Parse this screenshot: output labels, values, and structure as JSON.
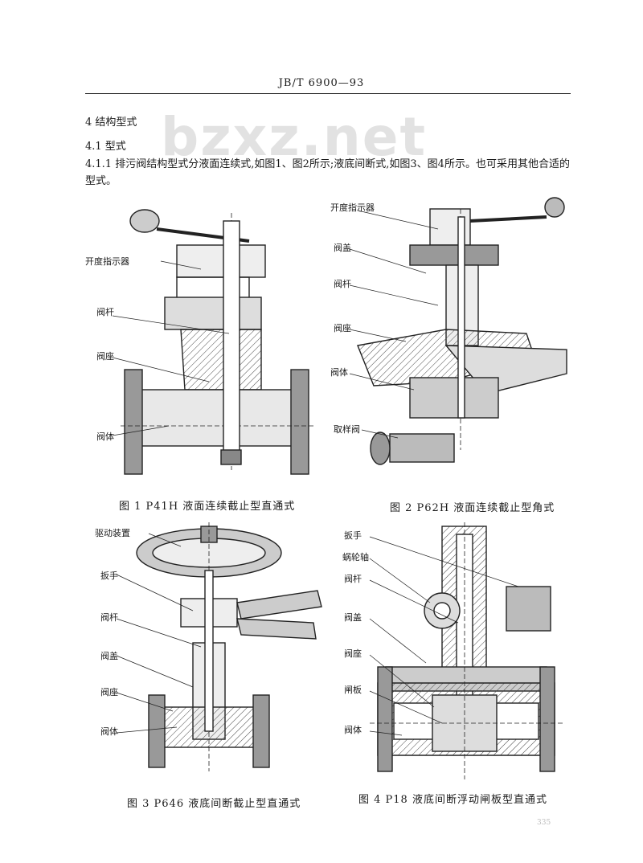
{
  "header": {
    "standard": "JB/T 6900—93"
  },
  "watermark": "bzxz.net",
  "section": {
    "heading": "4  结构型式",
    "sub_heading": "4.1  型式",
    "paragraph": "4.1.1  排污阀结构型式分液面连续式,如图1、图2所示;液底间断式,如图3、图4所示。也可采用其他合适的型式。"
  },
  "figures": [
    {
      "caption": "图 1   P41H   液面连续截止型直通式",
      "labels": [
        "开度指示器",
        "阀杆",
        "阀座",
        "阀体"
      ]
    },
    {
      "caption": "图 2   P62H   液面连续截止型角式",
      "labels": [
        "开度指示器",
        "阀盖",
        "阀杆",
        "阀座",
        "阀体",
        "取样阀"
      ]
    },
    {
      "caption": "图 3   P646   液底间断截止型直通式",
      "labels": [
        "驱动装置",
        "扳手",
        "阀杆",
        "阀盖",
        "阀座",
        "阀体"
      ]
    },
    {
      "caption": "图 4   P18   液底间断浮动闸板型直通式",
      "labels": [
        "扳手",
        "蜗轮轴",
        "阀杆",
        "阀盖",
        "阀座",
        "闸板",
        "阀体"
      ]
    }
  ],
  "page_number": "335"
}
